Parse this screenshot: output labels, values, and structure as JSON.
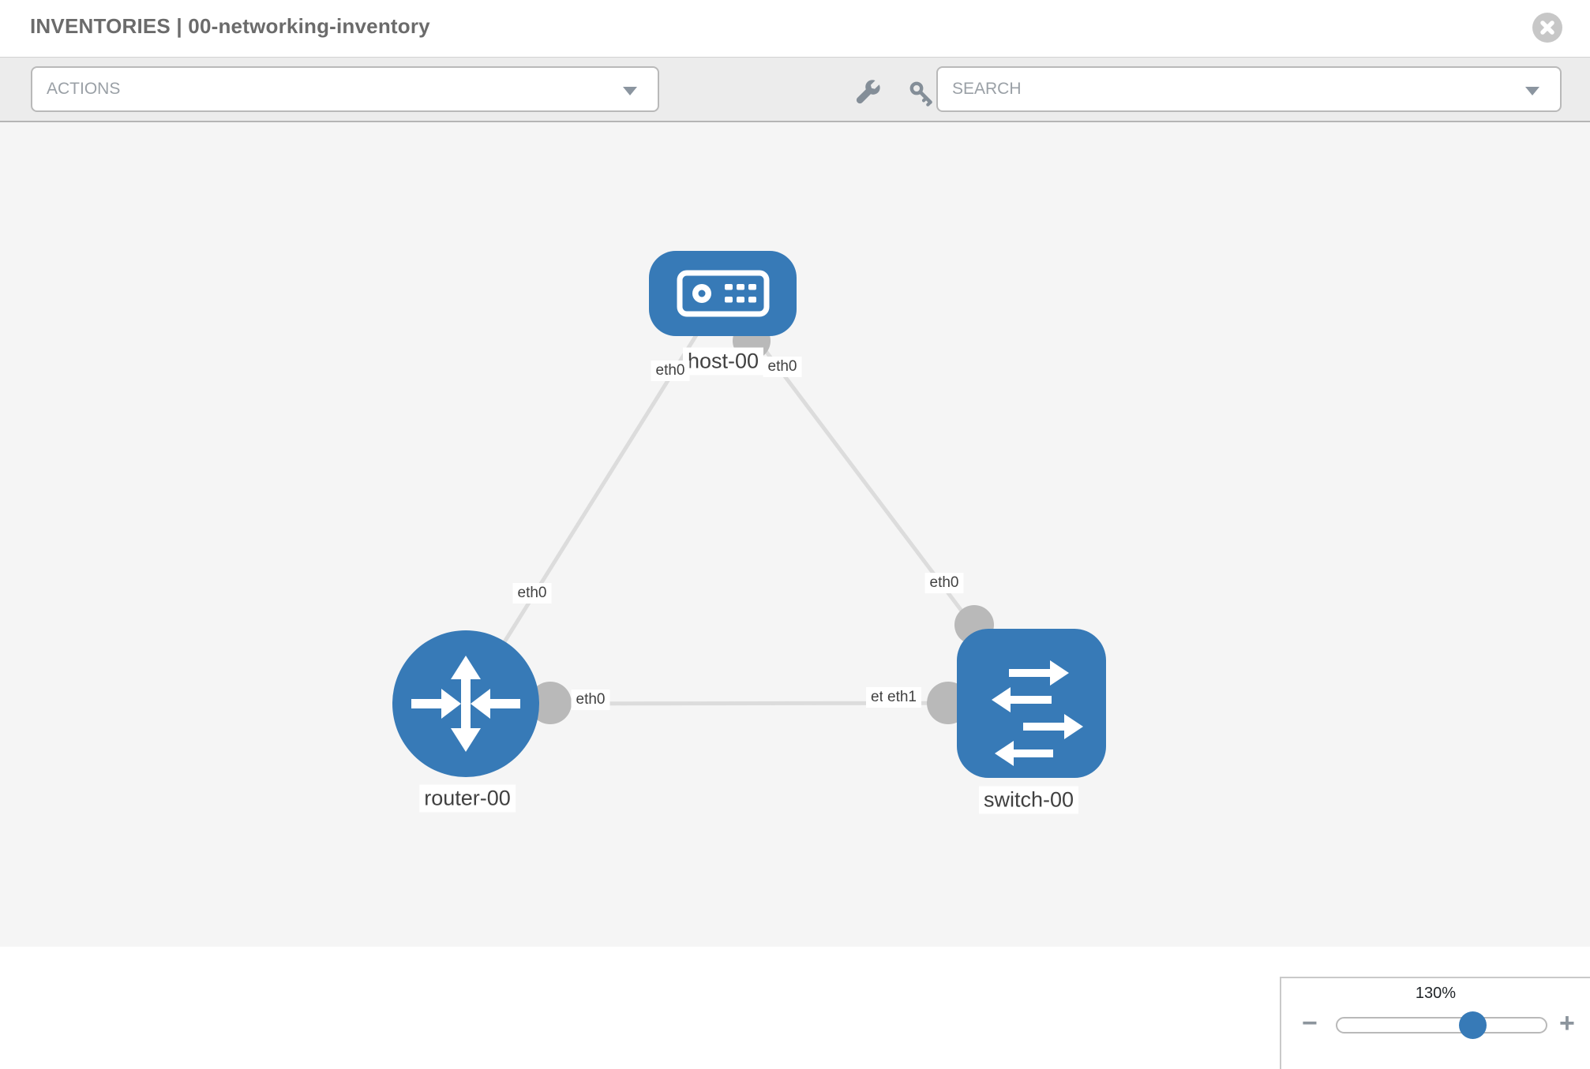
{
  "header": {
    "title": "INVENTORIES | 00-networking-inventory"
  },
  "toolbar": {
    "actions_label": "ACTIONS",
    "search_placeholder": "SEARCH"
  },
  "topology": {
    "nodes": [
      {
        "label": "host-00",
        "type": "host"
      },
      {
        "label": "router-00",
        "type": "router"
      },
      {
        "label": "switch-00",
        "type": "switch"
      }
    ],
    "links": [
      {
        "from": "host-00",
        "to": "router-00",
        "from_if": "eth0",
        "to_if": "eth0"
      },
      {
        "from": "host-00",
        "to": "switch-00",
        "from_if": "eth0",
        "to_if": "eth0"
      },
      {
        "from": "router-00",
        "to": "switch-00",
        "from_if": "eth0",
        "to_if": "eth1",
        "to_if_overlap": "eth0"
      }
    ]
  },
  "zoom_control": {
    "level": "130%",
    "minus_label": "−",
    "plus_label": "+"
  },
  "colors": {
    "accent_blue": "#377ab7",
    "link_gray": "#dcdcdc",
    "connector_gray": "#b9b9b9",
    "toolbar_bg": "#ececec",
    "canvas_bg": "#f5f5f5"
  }
}
